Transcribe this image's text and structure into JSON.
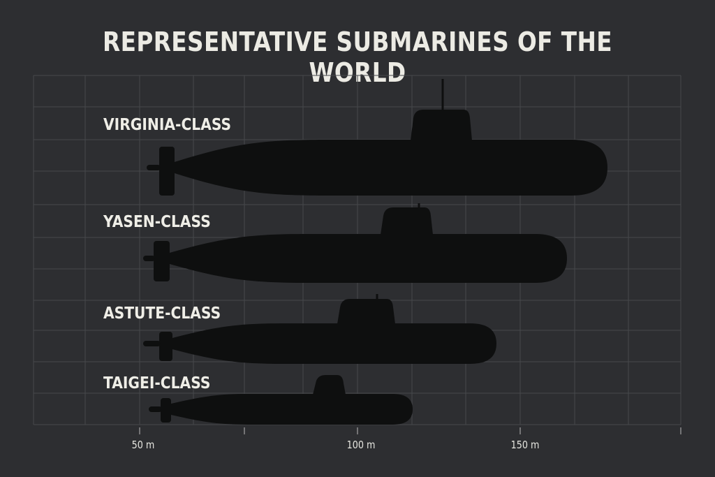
{
  "title": "REPRESENTATIVE SUBMARINES OF THE WORLD",
  "submarines": [
    {
      "name": "VIRGINIA-CLASS"
    },
    {
      "name": "YASEN-CLASS"
    },
    {
      "name": "ASTUTE-CLASS"
    },
    {
      "name": "TAIGEI-CLASS"
    }
  ],
  "axis": {
    "ticks": [
      "50 m",
      "100 m",
      "150 m"
    ]
  },
  "colors": {
    "background": "#2d2e31",
    "grid": "#46484c",
    "silhouette": "#0e0f0f",
    "text": "#ecebe4"
  }
}
